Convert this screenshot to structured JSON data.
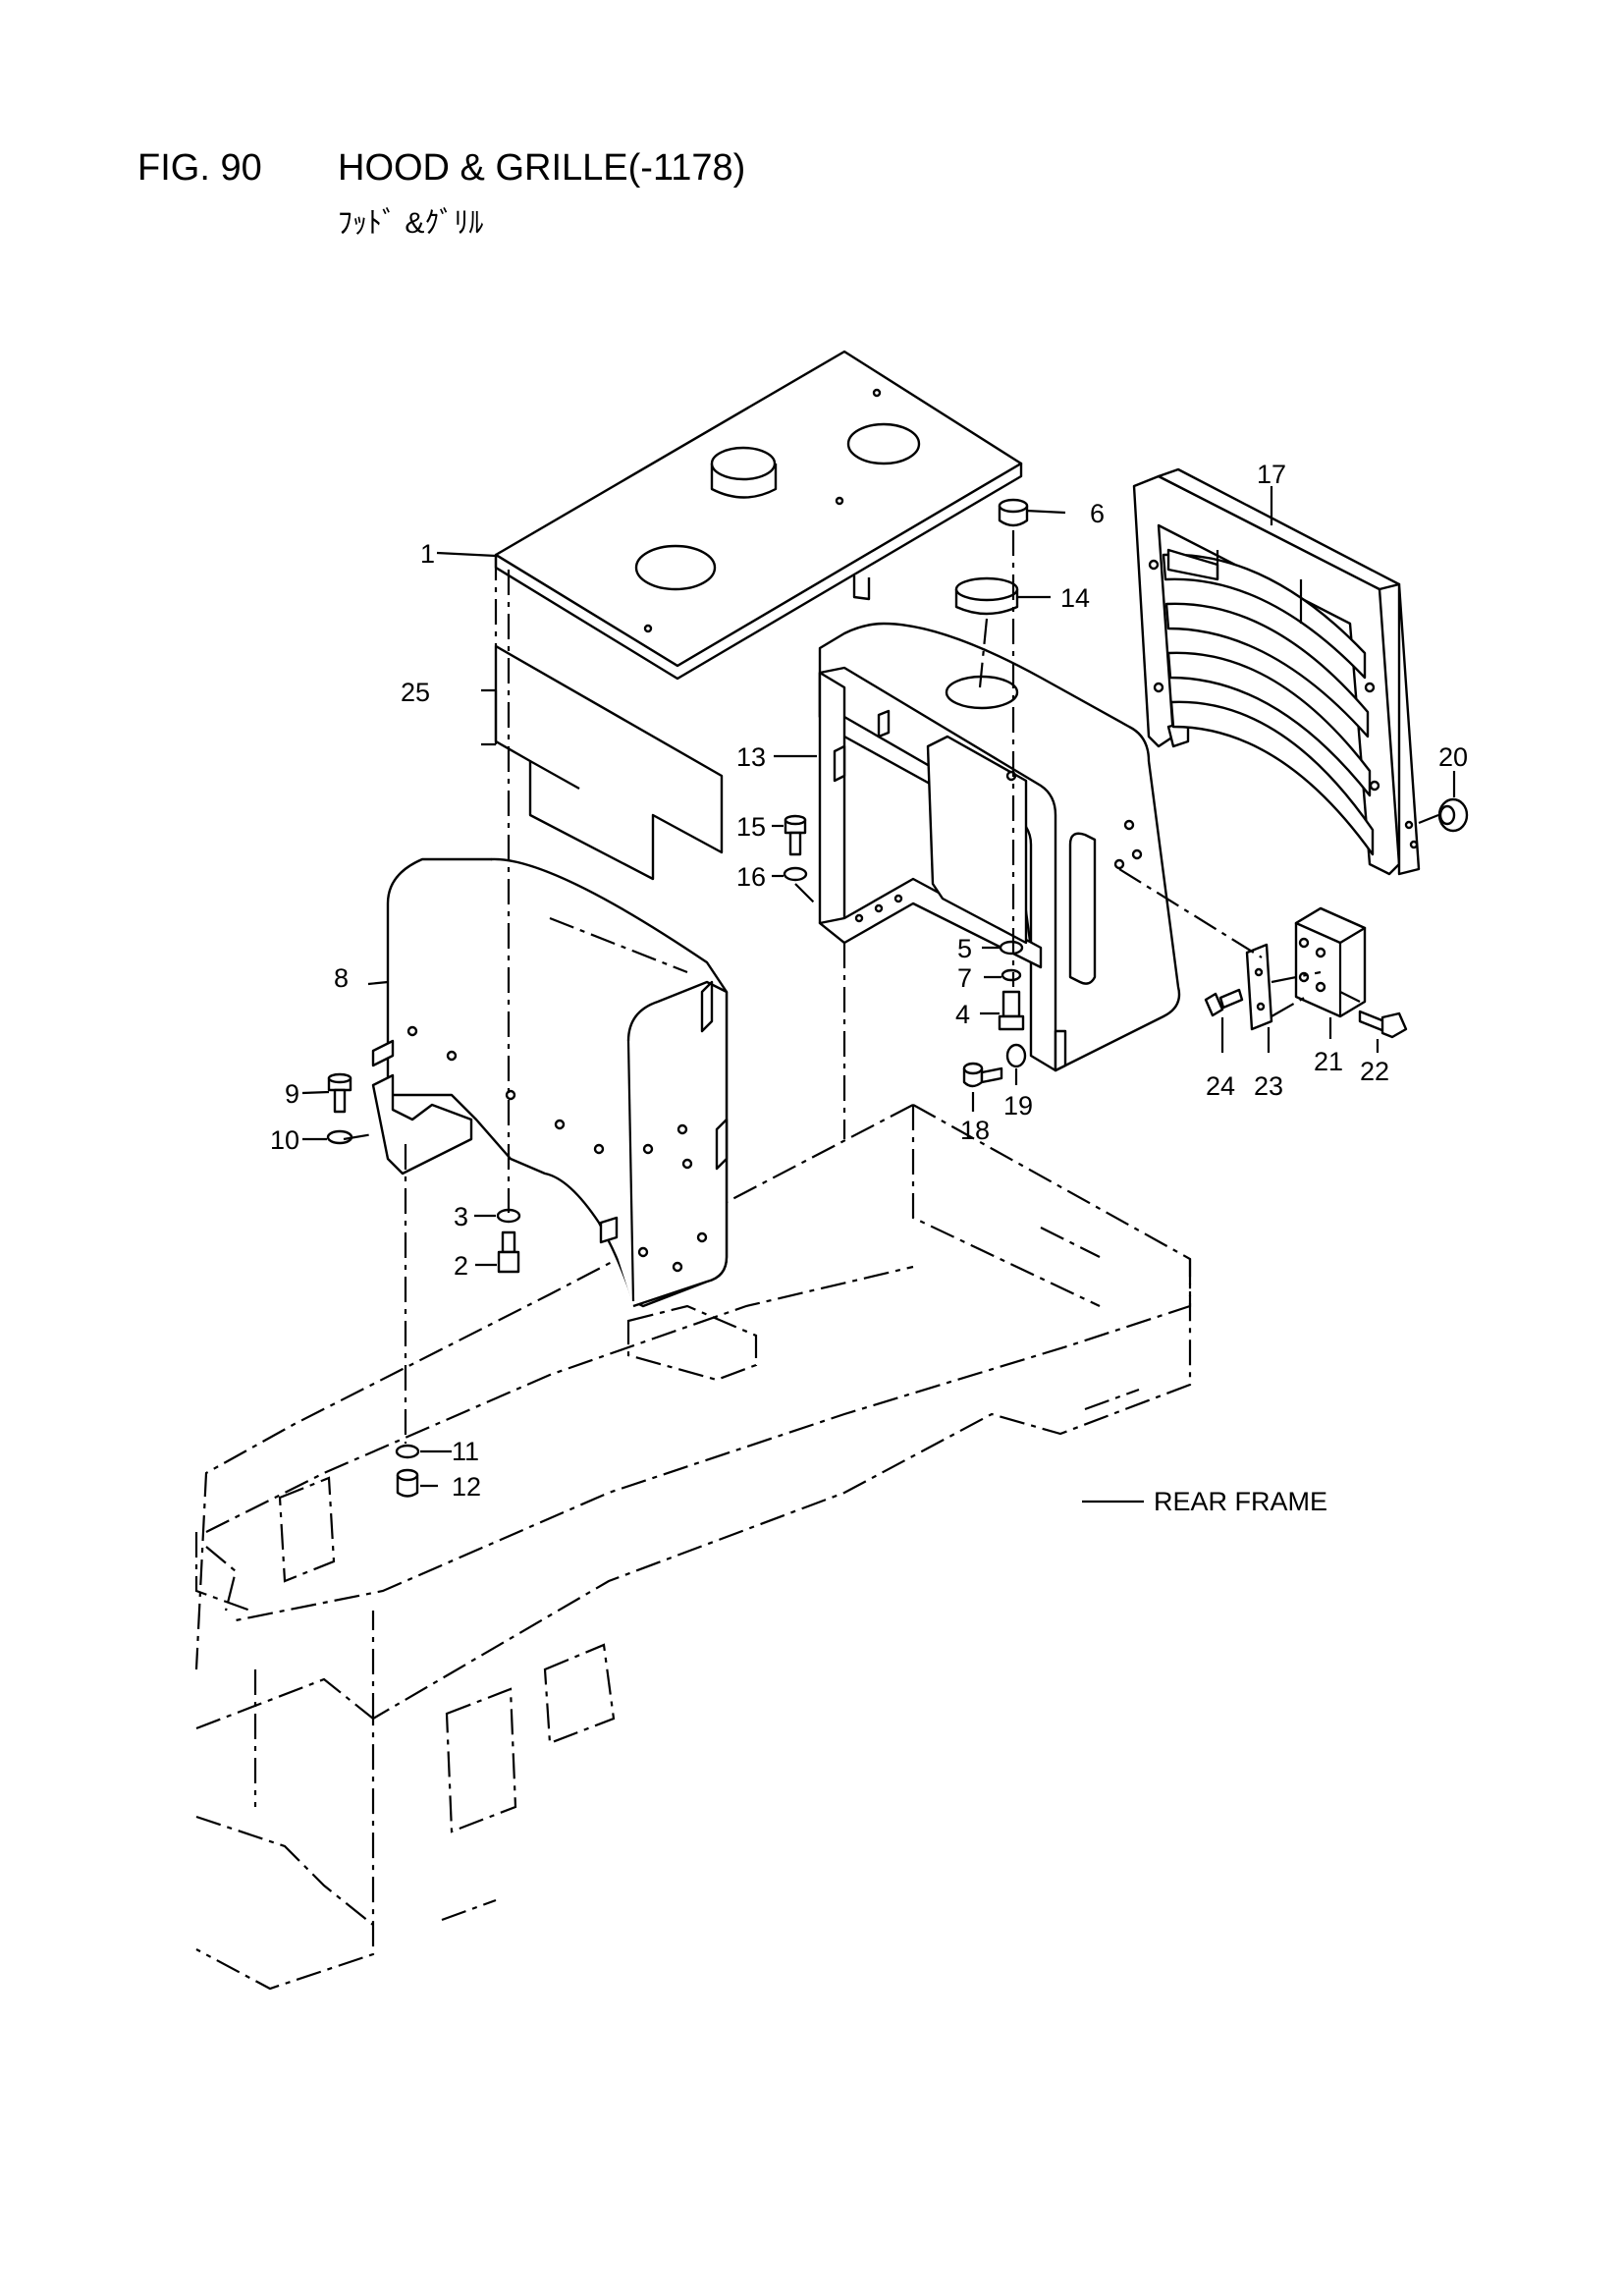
{
  "figure": {
    "number": "FIG. 90",
    "title": "HOOD & GRILLE(-1178)",
    "subtitle": "ﾌｯﾄﾞ &ｸﾞﾘﾙ"
  },
  "callouts": [
    {
      "id": "1",
      "text": "1"
    },
    {
      "id": "2",
      "text": "2"
    },
    {
      "id": "3",
      "text": "3"
    },
    {
      "id": "4",
      "text": "4"
    },
    {
      "id": "5",
      "text": "5"
    },
    {
      "id": "6",
      "text": "6"
    },
    {
      "id": "7",
      "text": "7"
    },
    {
      "id": "8",
      "text": "8"
    },
    {
      "id": "9",
      "text": "9"
    },
    {
      "id": "10",
      "text": "10"
    },
    {
      "id": "11",
      "text": "11"
    },
    {
      "id": "12",
      "text": "12"
    },
    {
      "id": "13",
      "text": "13"
    },
    {
      "id": "14",
      "text": "14"
    },
    {
      "id": "15",
      "text": "15"
    },
    {
      "id": "16",
      "text": "16"
    },
    {
      "id": "17",
      "text": "17"
    },
    {
      "id": "18",
      "text": "18"
    },
    {
      "id": "19",
      "text": "19"
    },
    {
      "id": "20",
      "text": "20"
    },
    {
      "id": "21",
      "text": "21"
    },
    {
      "id": "22",
      "text": "22"
    },
    {
      "id": "23",
      "text": "23"
    },
    {
      "id": "24",
      "text": "24"
    },
    {
      "id": "25",
      "text": "25"
    }
  ],
  "frame_label": "REAR FRAME"
}
